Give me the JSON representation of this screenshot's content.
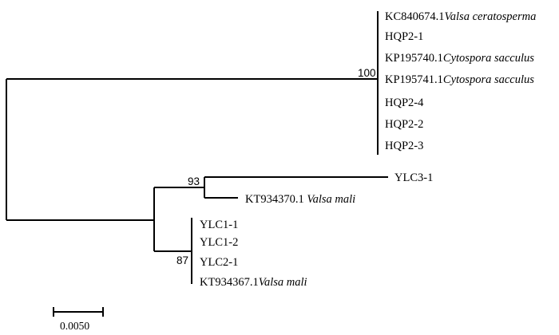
{
  "tree": {
    "clades": [
      {
        "id": "clade-cytospora",
        "bootstrap": "100",
        "leaves": [
          {
            "accession": "KC840674.1",
            "species": "Valsa ceratosperma"
          },
          {
            "accession": "HQP2-1",
            "species": ""
          },
          {
            "accession": "KP195740.1",
            "species": "Cytospora sacculus"
          },
          {
            "accession": "KP195741.1",
            "species": "Cytospora sacculus"
          },
          {
            "accession": "HQP2-4",
            "species": ""
          },
          {
            "accession": "HQP2-2",
            "species": ""
          },
          {
            "accession": "HQP2-3",
            "species": ""
          }
        ]
      },
      {
        "id": "clade-ylc3",
        "bootstrap": "93",
        "leaves": [
          {
            "accession": "YLC3-1",
            "species": ""
          },
          {
            "accession": "KT934370.1 ",
            "species": "Valsa mali"
          }
        ]
      },
      {
        "id": "clade-ylc1",
        "bootstrap": "87",
        "leaves": [
          {
            "accession": "YLC1-1",
            "species": ""
          },
          {
            "accession": "YLC1-2",
            "species": ""
          },
          {
            "accession": "YLC2-1",
            "species": ""
          },
          {
            "accession": "KT934367.1",
            "species": "Valsa mali"
          }
        ]
      }
    ],
    "scale_bar": {
      "label": "0.0050"
    }
  }
}
